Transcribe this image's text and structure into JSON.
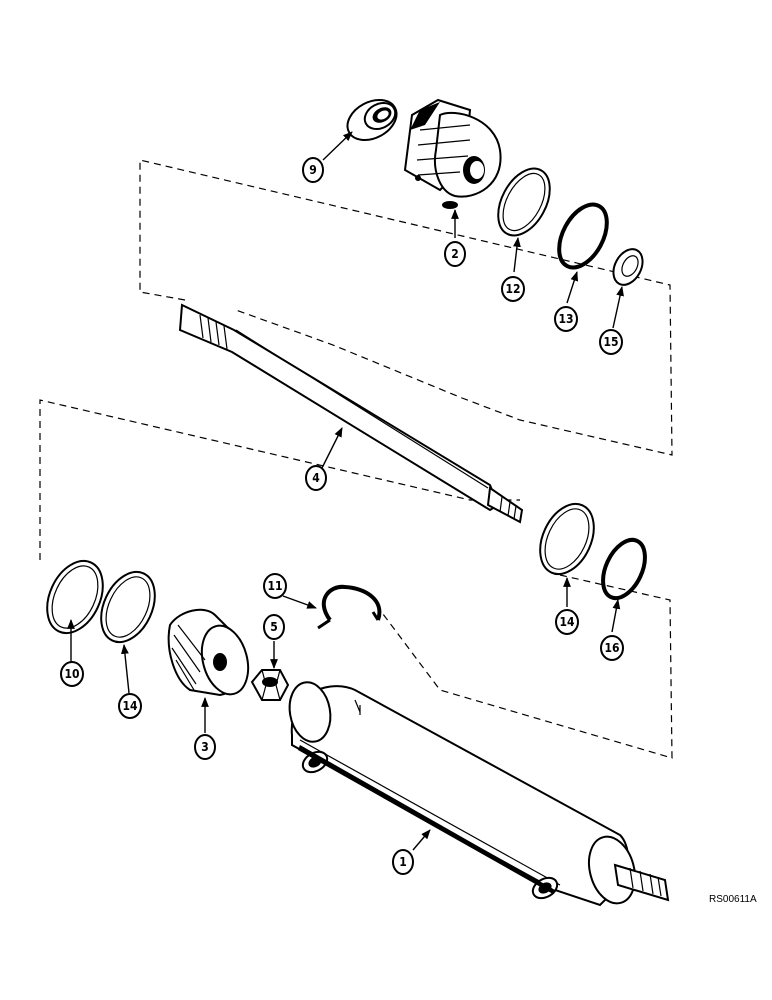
{
  "diagram": {
    "reference_code": "RS00611A",
    "callouts": [
      {
        "id": "9",
        "label": "9"
      },
      {
        "id": "2",
        "label": "2"
      },
      {
        "id": "12",
        "label": "12"
      },
      {
        "id": "13",
        "label": "13"
      },
      {
        "id": "15",
        "label": "15"
      },
      {
        "id": "4",
        "label": "4"
      },
      {
        "id": "14a",
        "label": "14"
      },
      {
        "id": "16",
        "label": "16"
      },
      {
        "id": "11",
        "label": "11"
      },
      {
        "id": "5",
        "label": "5"
      },
      {
        "id": "10",
        "label": "10"
      },
      {
        "id": "14b",
        "label": "14"
      },
      {
        "id": "3",
        "label": "3"
      },
      {
        "id": "1",
        "label": "1"
      }
    ]
  }
}
